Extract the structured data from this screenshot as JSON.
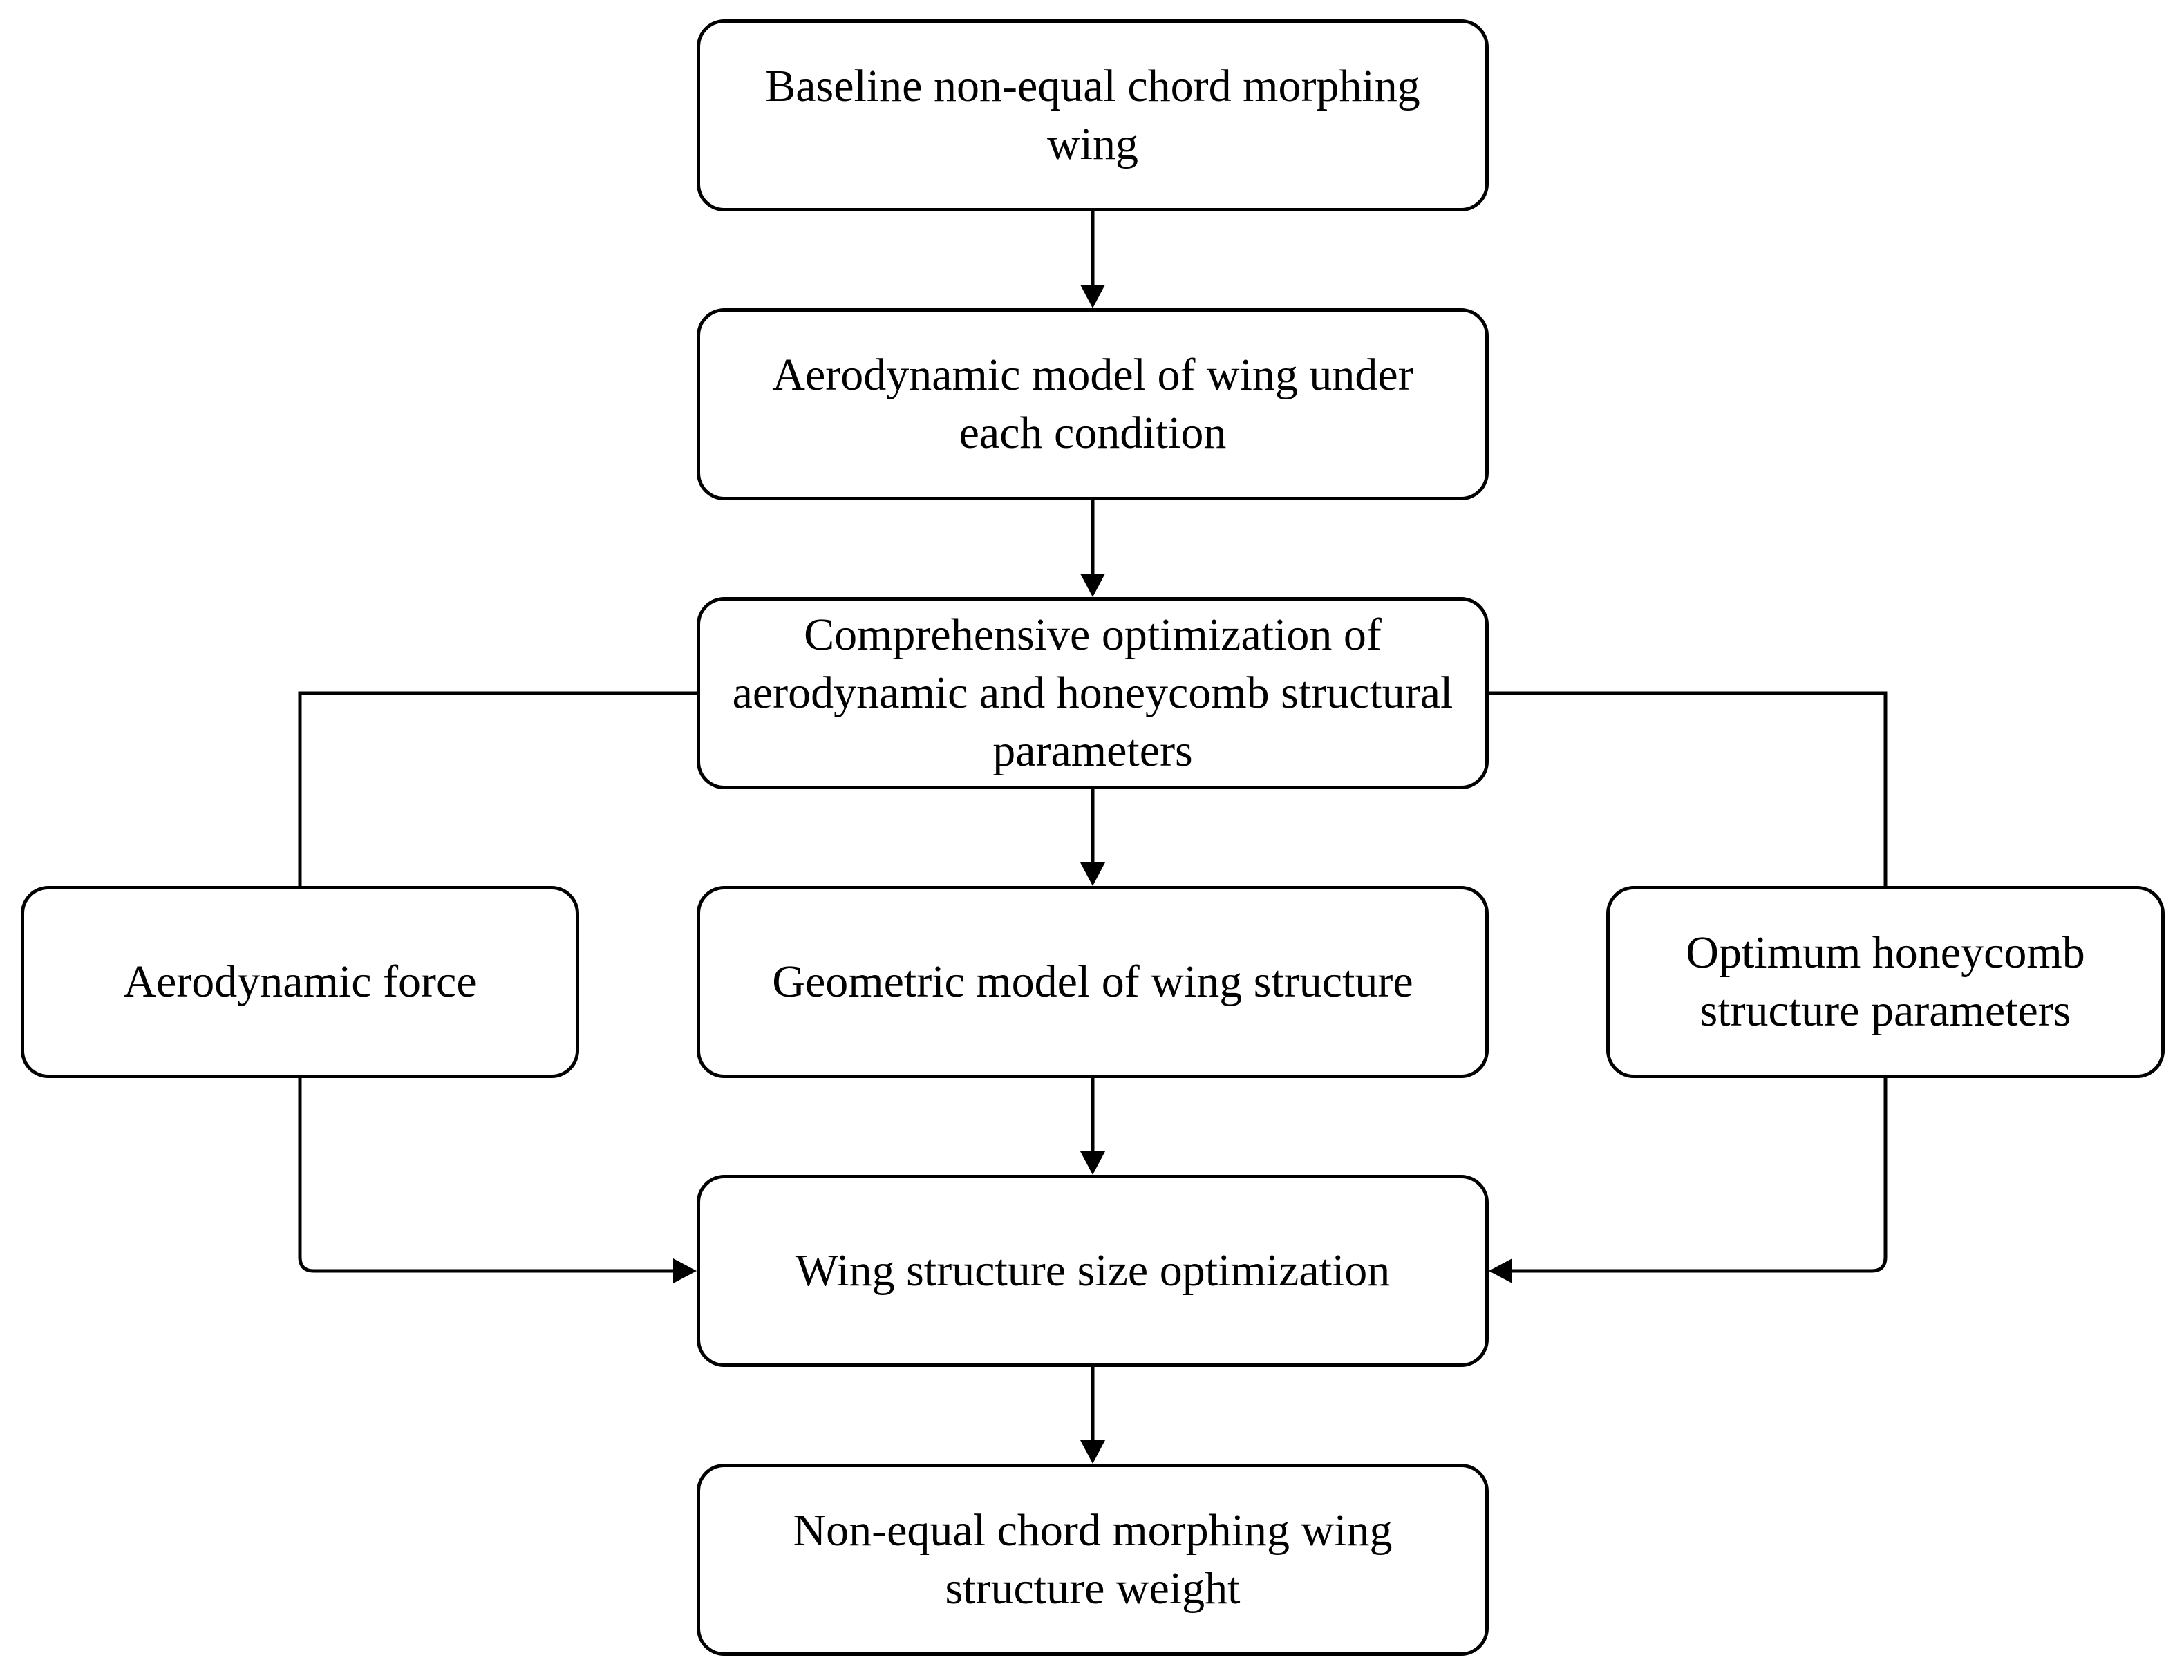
{
  "diagram": {
    "nodes": [
      {
        "id": "baseline",
        "label": "Baseline  non-equal chord morphing\nwing"
      },
      {
        "id": "aero_model",
        "label": "Aerodynamic model of wing under\neach condition"
      },
      {
        "id": "comp_opt",
        "label": "Comprehensive optimization of\naerodynamic and honeycomb structural\nparameters"
      },
      {
        "id": "aero_force",
        "label": "Aerodynamic force"
      },
      {
        "id": "geom_model",
        "label": "Geometric model of wing structure"
      },
      {
        "id": "opt_honey",
        "label": "Optimum honeycomb\nstructure parameters"
      },
      {
        "id": "size_opt",
        "label": "Wing structure size optimization"
      },
      {
        "id": "weight",
        "label": "Non-equal chord morphing wing\nstructure weight"
      }
    ],
    "edges": [
      {
        "from": "baseline",
        "to": "aero_model",
        "arrow": true
      },
      {
        "from": "aero_model",
        "to": "comp_opt",
        "arrow": true
      },
      {
        "from": "comp_opt",
        "to": "geom_model",
        "arrow": true
      },
      {
        "from": "comp_opt",
        "to": "aero_force",
        "arrow": false
      },
      {
        "from": "comp_opt",
        "to": "opt_honey",
        "arrow": false
      },
      {
        "from": "geom_model",
        "to": "size_opt",
        "arrow": true
      },
      {
        "from": "aero_force",
        "to": "size_opt",
        "arrow": true
      },
      {
        "from": "opt_honey",
        "to": "size_opt",
        "arrow": true
      },
      {
        "from": "size_opt",
        "to": "weight",
        "arrow": true
      }
    ],
    "style": {
      "stroke_color": "#000000",
      "background": "#ffffff"
    }
  }
}
